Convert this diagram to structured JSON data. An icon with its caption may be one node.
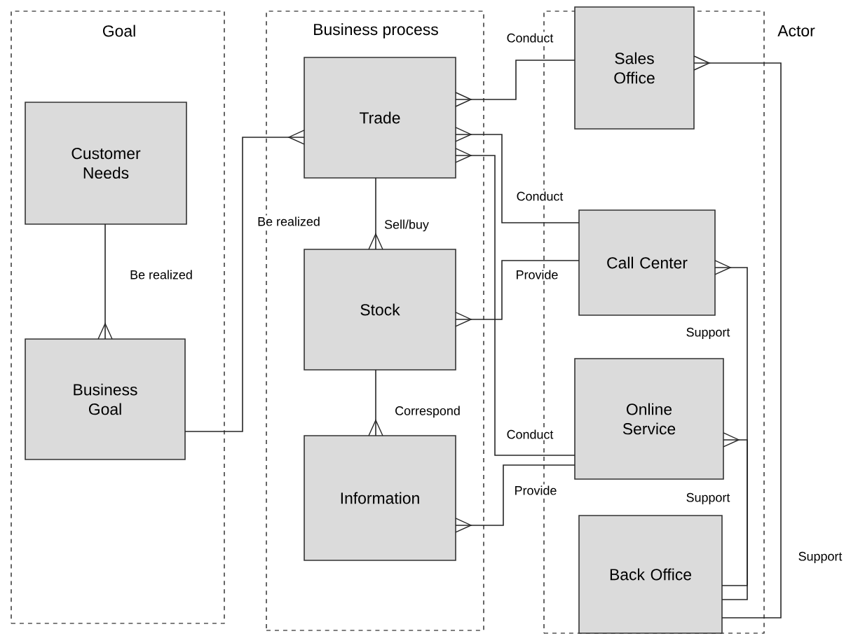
{
  "diagram": {
    "nodes": [
      {
        "text": [
          "Goal"
        ]
      },
      {
        "text": [
          "Business process"
        ]
      },
      {
        "text": [
          "Actor"
        ]
      },
      {
        "text": [
          "Customer Needs"
        ],
        "in": 0
      },
      {
        "text": [
          "Business Goal"
        ],
        "in": 0
      },
      {
        "text": [
          "Trade"
        ],
        "in": 1
      },
      {
        "text": [
          "Stock"
        ],
        "in": 1
      },
      {
        "text": [
          "Information"
        ],
        "in": 1
      },
      {
        "text": [
          "Sales Office"
        ],
        "in": 2
      },
      {
        "text": [
          "Call Center"
        ],
        "in": 2
      },
      {
        "text": [
          "Online Service"
        ],
        "in": 2
      },
      {
        "text": [
          "Back Office"
        ],
        "in": 2
      }
    ],
    "edges": [
      {
        "from": 3,
        "to": 4,
        "arrow": "other",
        "label": "Be realized"
      },
      {
        "from": 4,
        "to": 5,
        "arrow": "other",
        "label": "Be realized"
      },
      {
        "from": 5,
        "to": 6,
        "arrow": "other",
        "label": "Sell/buy"
      },
      {
        "from": 6,
        "to": 7,
        "arrow": "other",
        "label": "Correspond"
      },
      {
        "from": 8,
        "to": 5,
        "arrow": "other",
        "label": "Conduct"
      },
      {
        "from": 9,
        "to": 5,
        "arrow": "other",
        "label": "Conduct"
      },
      {
        "from": 9,
        "to": 6,
        "arrow": "other",
        "label": "Provide"
      },
      {
        "from": 10,
        "to": 5,
        "arrow": "other",
        "label": "Conduct"
      },
      {
        "from": 10,
        "to": 7,
        "arrow": "other",
        "label": "Provide"
      },
      {
        "from": 11,
        "to": 9,
        "arrow": "other",
        "label": "Support"
      },
      {
        "from": 11,
        "to": 10,
        "arrow": "other",
        "label": "Support"
      },
      {
        "from": 11,
        "to": 8,
        "arrow": "other",
        "label": "Support"
      }
    ]
  }
}
